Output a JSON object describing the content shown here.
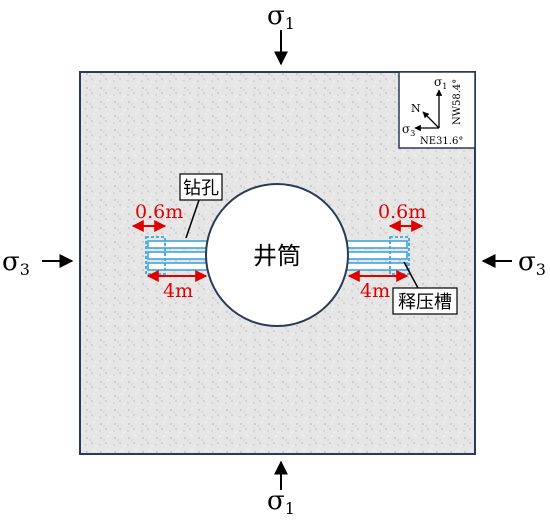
{
  "stress": {
    "top": {
      "symbol": "σ",
      "sub": "1"
    },
    "bottom": {
      "symbol": "σ",
      "sub": "1"
    },
    "left": {
      "symbol": "σ",
      "sub": "3"
    },
    "right": {
      "symbol": "σ",
      "sub": "3"
    }
  },
  "shaft_label": "井筒",
  "borehole_label": "钻孔",
  "relief_slot_label": "释压槽",
  "dimensions": {
    "left_slot_width": "0.6m",
    "left_length": "4m",
    "right_slot_width": "0.6m",
    "right_length": "4m"
  },
  "compass": {
    "sigma1": {
      "symbol": "σ",
      "sub": "1"
    },
    "sigma3": {
      "symbol": "σ",
      "sub": "3"
    },
    "north": "N",
    "angle_nw": "NW58.4°",
    "angle_ne": "NE31.6°"
  },
  "colors": {
    "border": "#2b3a55",
    "rock": "#e6e6e6",
    "borehole": "#3fa6dc",
    "dimension": "#e00000"
  }
}
